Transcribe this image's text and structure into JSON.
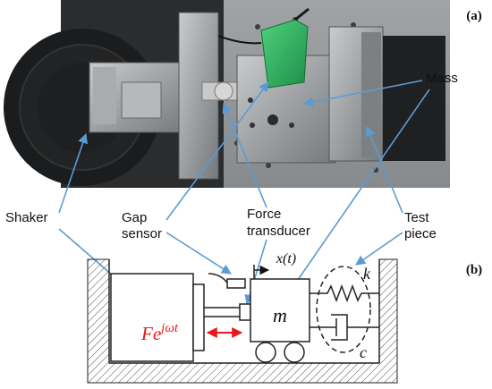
{
  "panel_labels": {
    "a": "(a)",
    "b": "(b)"
  },
  "labels": {
    "mass": "Mass",
    "shaker": "Shaker",
    "gap_line1": "Gap",
    "gap_line2": "sensor",
    "force_line1": "Force",
    "force_line2": "transducer",
    "test_line1": "Test",
    "test_line2": "piece"
  },
  "schematic": {
    "displacement": "x(t)",
    "mass_symbol": "m",
    "spring_symbol": "k",
    "damper_symbol": "c",
    "force_base": "Fe",
    "force_exponent": "jωt"
  },
  "colors": {
    "callout": "#5b9bd5",
    "force": "#e8191d",
    "photo_bg": "#2a2c2e"
  }
}
